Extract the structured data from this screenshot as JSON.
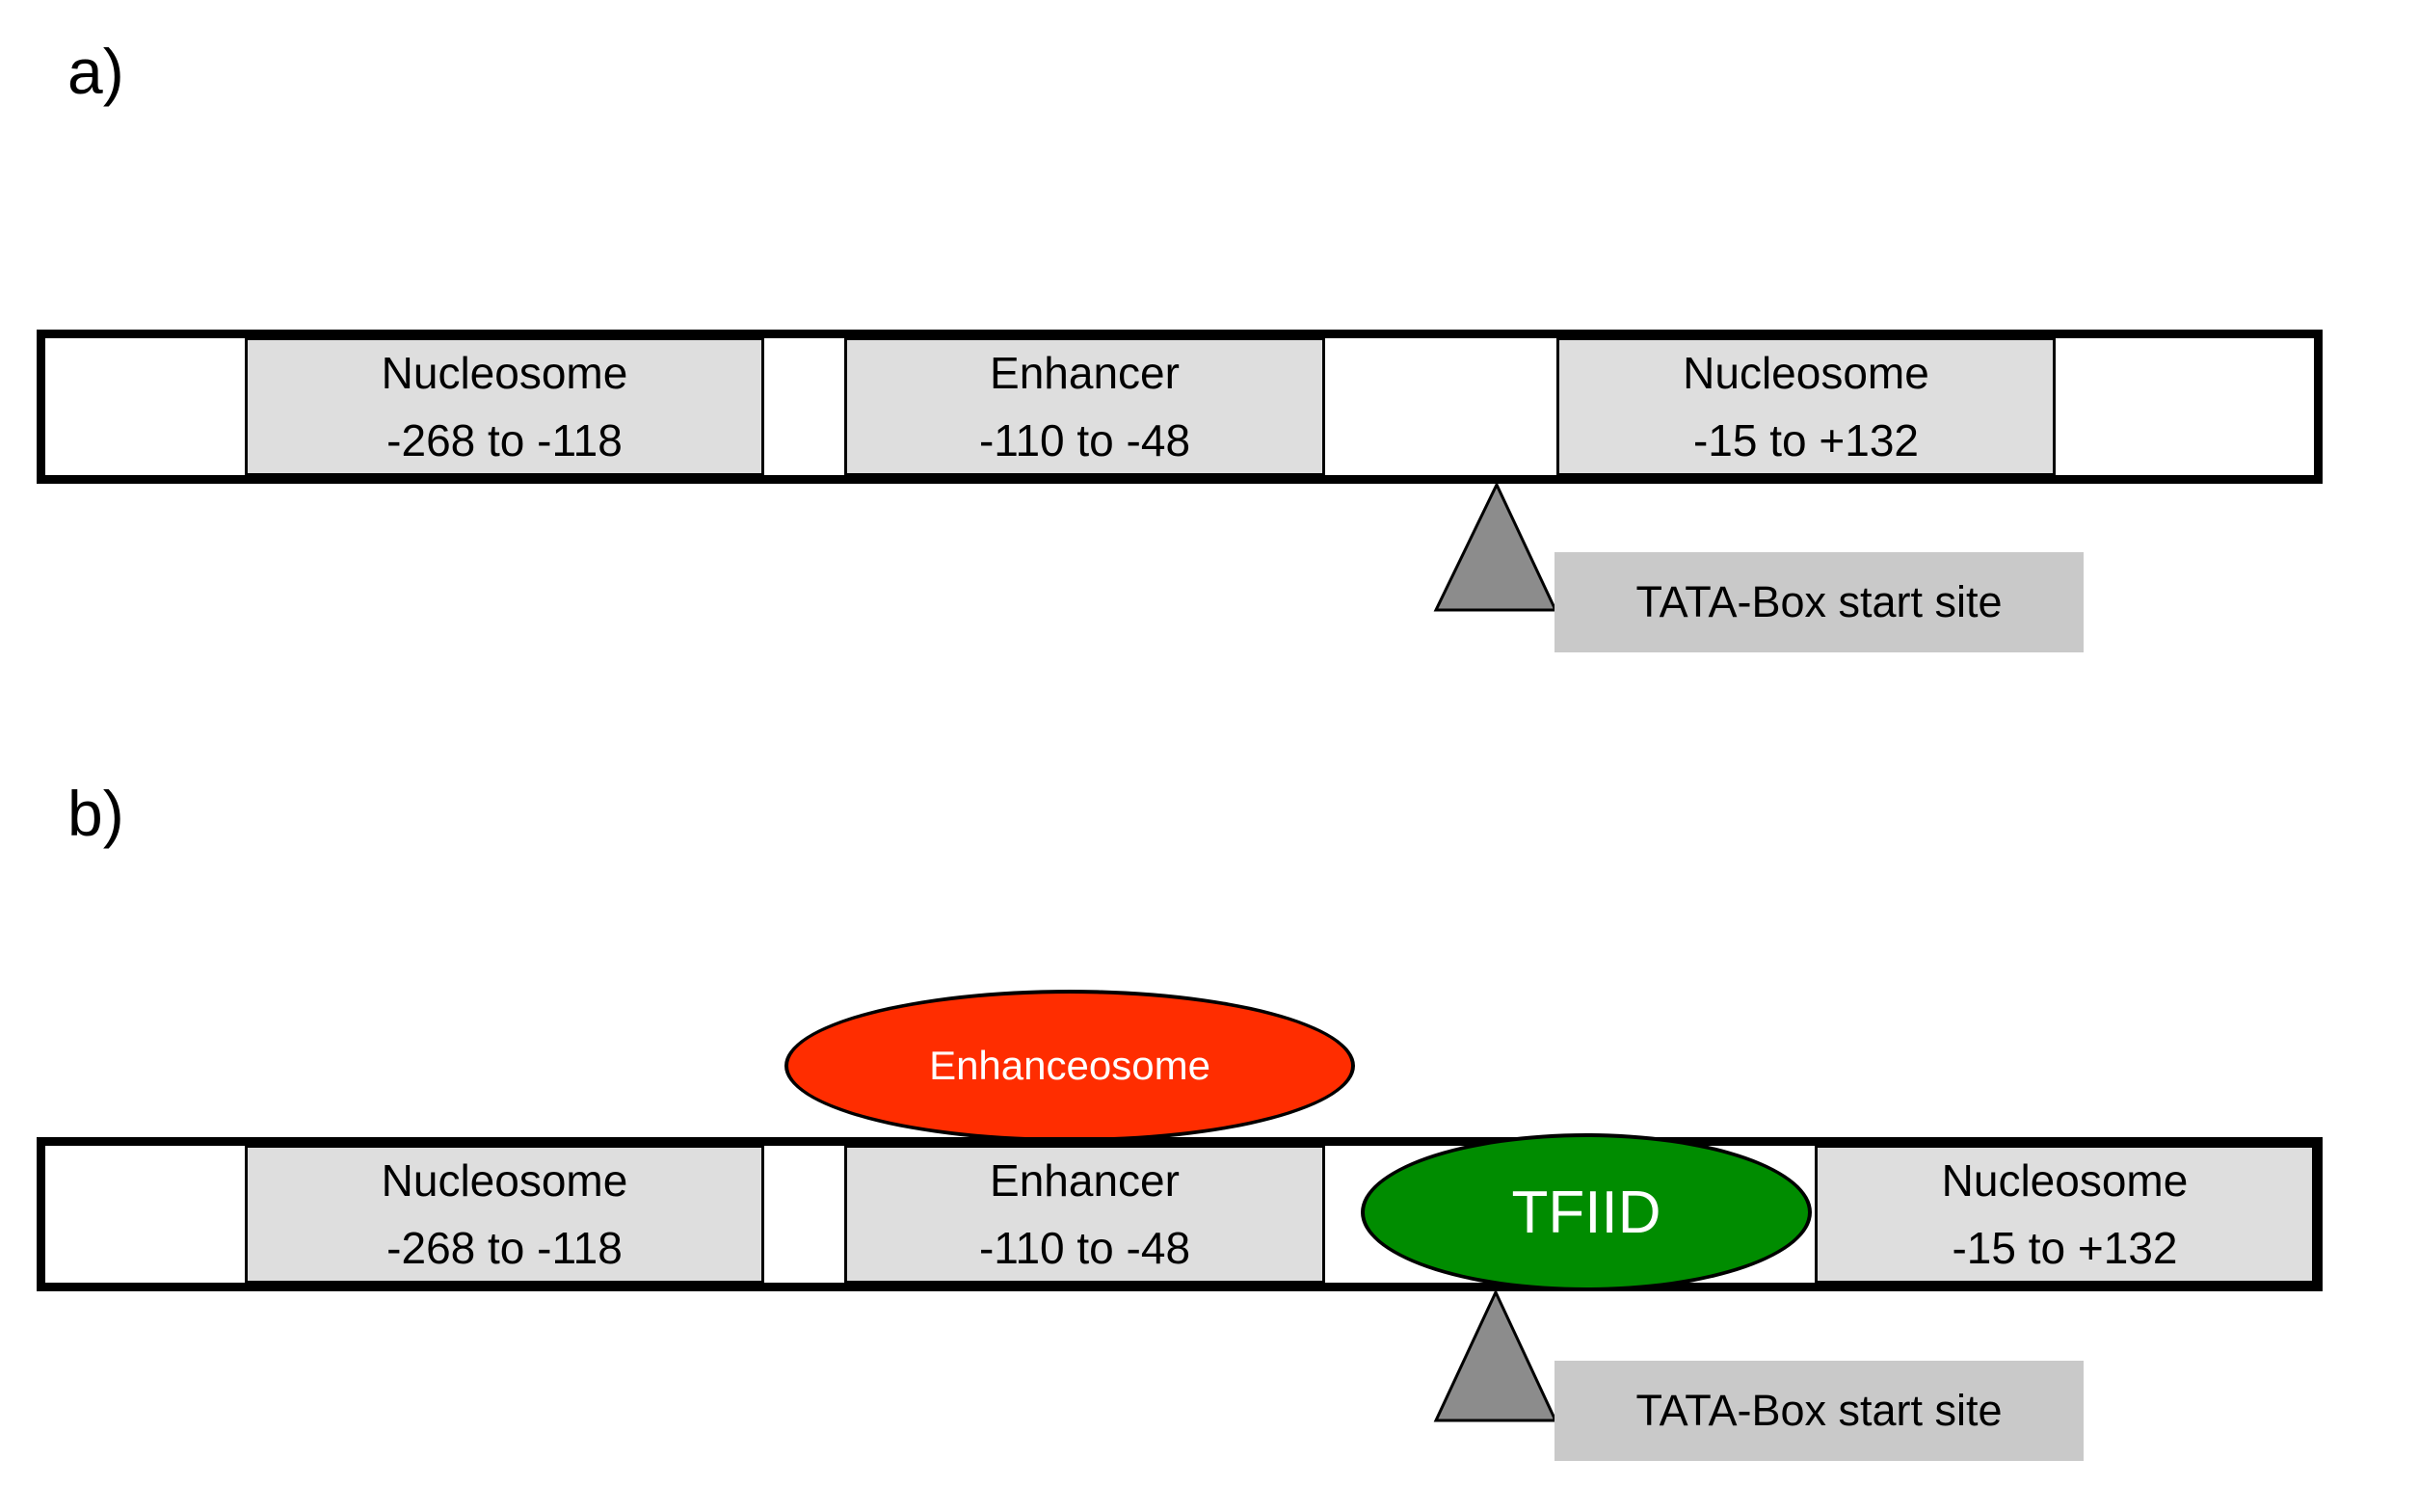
{
  "colors": {
    "background": "#ffffff",
    "segment_fill": "#dedede",
    "tata_label_fill": "#c9c9c9",
    "triangle_fill": "#8c8c8c",
    "enhanceosome_fill": "#ff2d00",
    "tfiid_fill": "#008c00",
    "outline": "#000000",
    "segment_text": "#000000",
    "ellipse_text": "#ffffff"
  },
  "panel_a": {
    "label": "a)",
    "segments": [
      {
        "line1": "Nucleosome",
        "line2": "-268 to -118"
      },
      {
        "line1": "Enhancer",
        "line2": "-110 to -48"
      },
      {
        "line1": "Nucleosome",
        "line2": "-15 to +132"
      }
    ],
    "tata_label": "TATA-Box start site"
  },
  "panel_b": {
    "label": "b)",
    "enhanceosome_label": "Enhanceosome",
    "tfiid_label": "TFIID",
    "segments": [
      {
        "line1": "Nucleosome",
        "line2": "-268 to -118"
      },
      {
        "line1": "Enhancer",
        "line2": "-110 to -48"
      },
      {
        "line1": "Nucleosome",
        "line2": "-15 to +132"
      }
    ],
    "tata_label": "TATA-Box start site"
  }
}
